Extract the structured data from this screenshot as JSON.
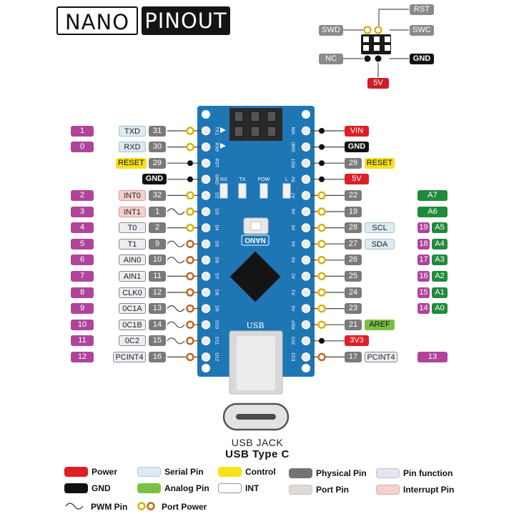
{
  "title": {
    "nano": "NANO",
    "pinout": "PINOUT"
  },
  "icsp": {
    "labels": [
      {
        "text": "RST",
        "color": "#8a8a8a"
      },
      {
        "text": "SWD",
        "color": "#8a8a8a"
      },
      {
        "text": "SWC",
        "color": "#8a8a8a"
      },
      {
        "text": "NC",
        "color": "#8a8a8a"
      },
      {
        "text": "GND",
        "color": "#111111"
      },
      {
        "text": "5V",
        "color": "#cc1f26"
      }
    ]
  },
  "board": {
    "led_labels": [
      "RX",
      "TX",
      "POW",
      "L"
    ],
    "logo": "NANO",
    "usb": "USB",
    "left_silk": [
      "TX1",
      "RX0",
      "RST",
      "GND",
      "D2",
      "D3",
      "D4",
      "D5",
      "D6",
      "D7",
      "D8",
      "D9",
      "D10",
      "D11",
      "D12"
    ],
    "right_silk": [
      "VIN",
      "GND",
      "RST",
      "5V",
      "A7",
      "A6",
      "A5",
      "A4",
      "A3",
      "A2",
      "A1",
      "A0",
      "REF",
      "3V3",
      "D13"
    ]
  },
  "left_rows": [
    {
      "fn": "1",
      "name": "TXD",
      "num": "31",
      "kind": "serial",
      "dot": "yellow",
      "wave": false
    },
    {
      "fn": "0",
      "name": "RXD",
      "num": "30",
      "kind": "serial",
      "dot": "yellow",
      "wave": false
    },
    {
      "fn": "",
      "name": "RESET",
      "num": "29",
      "kind": "control",
      "dot": "black",
      "wave": false
    },
    {
      "fn": "",
      "name": "GND",
      "num": "",
      "kind": "gnd",
      "dot": "black",
      "wave": false
    },
    {
      "fn": "2",
      "name": "INT0",
      "num": "32",
      "kind": "interrupt",
      "dot": "yellow",
      "wave": false
    },
    {
      "fn": "3",
      "name": "INT1",
      "num": "1",
      "kind": "interrupt",
      "dot": "yellow",
      "wave": true
    },
    {
      "fn": "4",
      "name": "T0",
      "num": "2",
      "kind": "pinfn",
      "dot": "yellow",
      "wave": false
    },
    {
      "fn": "5",
      "name": "T1",
      "num": "9",
      "kind": "pinfn",
      "dot": "orange",
      "wave": true
    },
    {
      "fn": "6",
      "name": "AIN0",
      "num": "10",
      "kind": "pinfn",
      "dot": "orange",
      "wave": true
    },
    {
      "fn": "7",
      "name": "AIN1",
      "num": "11",
      "kind": "pinfn",
      "dot": "orange",
      "wave": false
    },
    {
      "fn": "8",
      "name": "CLK0",
      "num": "12",
      "kind": "pinfn",
      "dot": "orange",
      "wave": false
    },
    {
      "fn": "9",
      "name": "0C1A",
      "num": "13",
      "kind": "pinfn",
      "dot": "orange",
      "wave": true
    },
    {
      "fn": "10",
      "name": "0C1B",
      "num": "14",
      "kind": "pinfn",
      "dot": "orange",
      "wave": true
    },
    {
      "fn": "11",
      "name": "0C2",
      "num": "15",
      "kind": "pinfn",
      "dot": "orange",
      "wave": true
    },
    {
      "fn": "12",
      "name": "PCINT4",
      "num": "16",
      "kind": "pinfn",
      "dot": "orange",
      "wave": false
    }
  ],
  "right_rows": [
    {
      "num": "",
      "name": "VIN",
      "kind": "power",
      "dot": "black",
      "analog": "",
      "pin": ""
    },
    {
      "num": "",
      "name": "GND",
      "kind": "gnd",
      "dot": "black",
      "analog": "",
      "pin": ""
    },
    {
      "num": "29",
      "name": "RESET",
      "kind": "control",
      "dot": "black",
      "analog": "",
      "pin": ""
    },
    {
      "num": "",
      "name": "5V",
      "kind": "power",
      "dot": "black",
      "analog": "",
      "pin": ""
    },
    {
      "num": "22",
      "name": "",
      "kind": "",
      "dot": "yellow",
      "analog": "A7",
      "pin": ""
    },
    {
      "num": "19",
      "name": "",
      "kind": "",
      "dot": "yellow",
      "analog": "A6",
      "pin": ""
    },
    {
      "num": "28",
      "name": "SCL",
      "kind": "serial",
      "dot": "yellow",
      "analog": "A5",
      "pin": "19"
    },
    {
      "num": "27",
      "name": "SDA",
      "kind": "serial",
      "dot": "yellow",
      "analog": "A4",
      "pin": "18"
    },
    {
      "num": "26",
      "name": "",
      "kind": "",
      "dot": "yellow",
      "analog": "A3",
      "pin": "17"
    },
    {
      "num": "25",
      "name": "",
      "kind": "",
      "dot": "yellow",
      "analog": "A2",
      "pin": "16"
    },
    {
      "num": "24",
      "name": "",
      "kind": "",
      "dot": "yellow",
      "analog": "A1",
      "pin": "15"
    },
    {
      "num": "23",
      "name": "",
      "kind": "",
      "dot": "yellow",
      "analog": "A0",
      "pin": "14"
    },
    {
      "num": "21",
      "name": "AREF",
      "kind": "analog",
      "dot": "yellow",
      "analog": "",
      "pin": ""
    },
    {
      "num": "",
      "name": "3V3",
      "kind": "power",
      "dot": "black",
      "analog": "",
      "pin": ""
    },
    {
      "num": "17",
      "name": "PCINT4",
      "kind": "pinfn",
      "dot": "orange",
      "analog": "",
      "pin": "13"
    }
  ],
  "usb_jack": {
    "line1": "USB JACK",
    "line2": "USB Type C"
  },
  "legend": [
    {
      "label": "Power",
      "color": "#dd1f26",
      "border": "#dd1f26"
    },
    {
      "label": "Serial Pin",
      "color": "#dceaf2",
      "border": "#b8ccd6"
    },
    {
      "label": "Control",
      "color": "#f7e11a",
      "border": "#f7e11a"
    },
    {
      "label": "Physical Pin",
      "color": "#737373",
      "border": "#737373"
    },
    {
      "label": "Pin function",
      "color": "#e6e4ee",
      "border": "#c3c0cf"
    },
    {
      "label": "GND",
      "color": "#111111",
      "border": "#111111"
    },
    {
      "label": "Analog Pin",
      "color": "#7cc043",
      "border": "#7cc043"
    },
    {
      "label": "INT",
      "color": "#ffffff",
      "border": "#999999"
    },
    {
      "label": "Port Pin",
      "color": "#dedad6",
      "border": "#c9c5c1"
    },
    {
      "label": "Interrupt Pin",
      "color": "#f6cfcf",
      "border": "#e0a8a8"
    },
    {
      "label": "PWM Pin",
      "color": "",
      "border": ""
    },
    {
      "label": "Port Power",
      "color": "",
      "border": ""
    }
  ],
  "colors": {
    "board": "#1f76b5",
    "fn_badge": "#b0449a",
    "analog": "#1f8a3c",
    "pin_num": "#7a7a7a",
    "port_dot_yellow": "#d8b400",
    "port_dot_orange": "#c2651f"
  }
}
